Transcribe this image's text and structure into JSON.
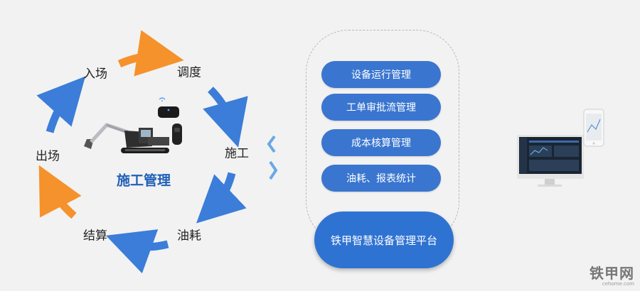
{
  "cycle": {
    "stages": [
      "入场",
      "调度",
      "施工",
      "油耗",
      "结算",
      "出场"
    ],
    "center_title": "施工管理",
    "colors": {
      "blue_arrow": "#3b7dd8",
      "orange_arrow": "#f5922b"
    }
  },
  "platform_panel": {
    "items": [
      "设备运行管理",
      "工单审批流管理",
      "成本核算管理",
      "油耗、报表统计"
    ],
    "platform_name": "铁甲智慧设备管理平台",
    "colors": {
      "pill": "#3a76cf",
      "platform": "#2f73d2"
    }
  },
  "devices": {
    "icons": [
      "excavator-icon",
      "gps-terminal-icon",
      "monitor-icon",
      "smartphone-icon"
    ]
  },
  "watermark": {
    "main": "铁甲网",
    "sub": "cehome.com"
  }
}
